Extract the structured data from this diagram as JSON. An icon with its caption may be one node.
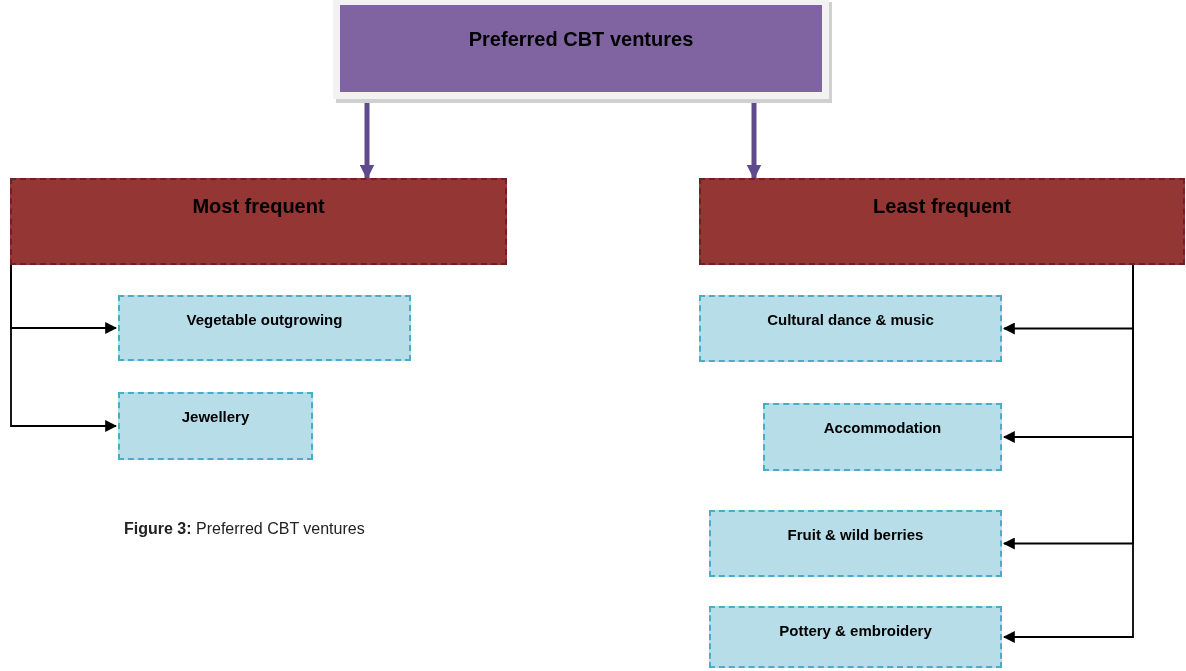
{
  "diagram": {
    "nodes": [
      {
        "text": [
          "Preferred CBT ventures"
        ]
      },
      {
        "text": [
          "Most frequent"
        ]
      },
      {
        "text": [
          "Least frequent"
        ]
      },
      {
        "text": [
          "Vegetable outgrowing"
        ]
      },
      {
        "text": [
          "Jewellery"
        ]
      },
      {
        "text": [
          "Cultural dance & music"
        ]
      },
      {
        "text": [
          "Accommodation"
        ]
      },
      {
        "text": [
          "Fruit & wild berries"
        ]
      },
      {
        "text": [
          "Pottery & embroidery"
        ]
      }
    ],
    "edges": [
      {
        "from": 0,
        "to": 1,
        "arrow": "to",
        "style": "thick",
        "color": "#5f4b8b"
      },
      {
        "from": 0,
        "to": 2,
        "arrow": "to",
        "style": "thick",
        "color": "#5f4b8b"
      },
      {
        "from": 1,
        "to": 3,
        "arrow": "to"
      },
      {
        "from": 1,
        "to": 4,
        "arrow": "to"
      },
      {
        "from": 2,
        "to": 5,
        "arrow": "to"
      },
      {
        "from": 2,
        "to": 6,
        "arrow": "to"
      },
      {
        "from": 2,
        "to": 7,
        "arrow": "to"
      },
      {
        "from": 2,
        "to": 8,
        "arrow": "to"
      }
    ],
    "caption": "**Figure 3:** Preferred CBT ventures"
  }
}
